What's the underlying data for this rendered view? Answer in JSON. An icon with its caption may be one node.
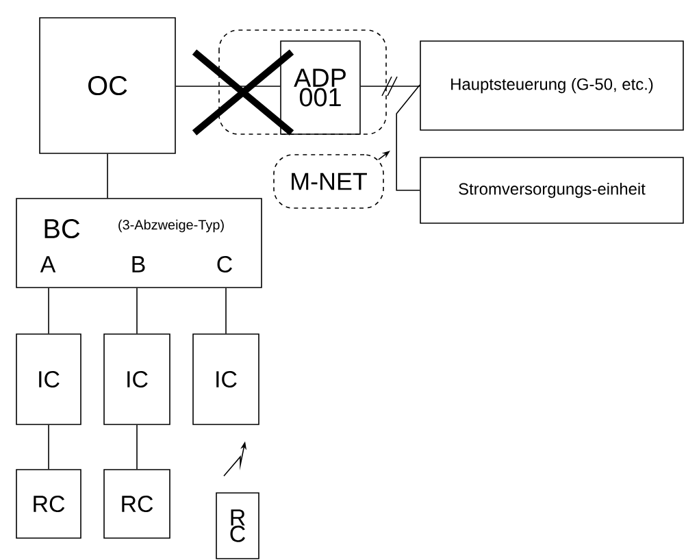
{
  "diagram": {
    "nodes": [
      {
        "text": [
          "OC"
        ]
      },
      {
        "text": [
          "ADP 001"
        ]
      },
      {
        "text": [
          "Hauptsteuerung (G-50, etc.)"
        ]
      },
      {
        "text": [
          "Stromversorgungs-einheit"
        ]
      },
      {
        "text": [
          "M-NET"
        ]
      },
      {
        "text": [
          "BC",
          "(3-Abzweige-Typ)",
          "A",
          "B",
          "C"
        ]
      },
      {
        "text": [
          "IC"
        ]
      },
      {
        "text": [
          "IC"
        ]
      },
      {
        "text": [
          "IC"
        ]
      },
      {
        "text": [
          "RC"
        ]
      },
      {
        "text": [
          "RC"
        ]
      },
      {
        "text": [
          "R C"
        ]
      }
    ],
    "edges": [
      {
        "from": 0,
        "to": 1,
        "arrow": "none"
      },
      {
        "from": 1,
        "to": 2,
        "arrow": "none"
      },
      {
        "from": 3,
        "to": 2,
        "arrow": "none"
      },
      {
        "from": 4,
        "to": null,
        "arrow": "to"
      },
      {
        "from": 0,
        "to": 5,
        "arrow": "none"
      },
      {
        "from": 5,
        "to": 6,
        "arrow": "none"
      },
      {
        "from": 5,
        "to": 7,
        "arrow": "none"
      },
      {
        "from": 5,
        "to": 8,
        "arrow": "none"
      },
      {
        "from": 6,
        "to": 9,
        "arrow": "none"
      },
      {
        "from": 7,
        "to": 10,
        "arrow": "none"
      },
      {
        "from": 11,
        "to": 8,
        "arrow": "to"
      }
    ]
  }
}
